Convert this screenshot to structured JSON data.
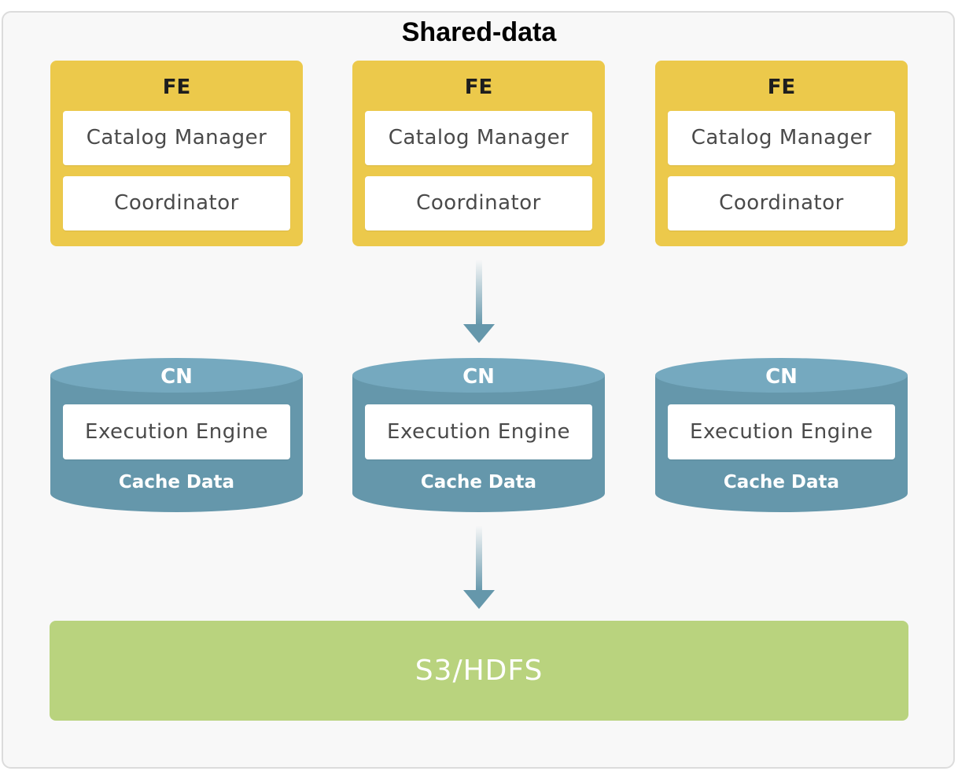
{
  "title": "Shared-data",
  "colors": {
    "fe": "#ecc94b",
    "cn_top": "#75a9bf",
    "cn_body": "#6597ab",
    "arrow": "#6597ab",
    "storage": "#b9d37e"
  },
  "fe_nodes": [
    {
      "label": "FE",
      "components": [
        "Catalog Manager",
        "Coordinator"
      ]
    },
    {
      "label": "FE",
      "components": [
        "Catalog Manager",
        "Coordinator"
      ]
    },
    {
      "label": "FE",
      "components": [
        "Catalog Manager",
        "Coordinator"
      ]
    }
  ],
  "cn_nodes": [
    {
      "label": "CN",
      "engine": "Execution Engine",
      "cache": "Cache Data"
    },
    {
      "label": "CN",
      "engine": "Execution Engine",
      "cache": "Cache Data"
    },
    {
      "label": "CN",
      "engine": "Execution Engine",
      "cache": "Cache Data"
    }
  ],
  "storage": {
    "label": "S3/HDFS"
  }
}
